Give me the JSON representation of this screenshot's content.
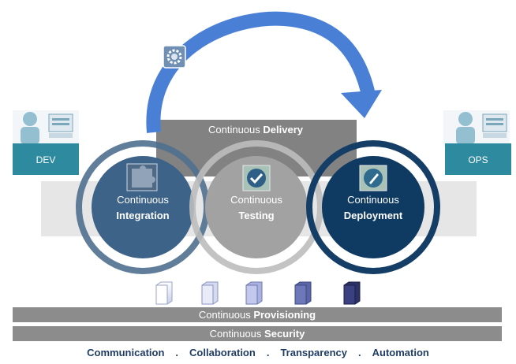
{
  "diagram": {
    "actors": {
      "dev_label": "DEV",
      "ops_label": "OPS"
    },
    "delivery": {
      "prefix": "Continuous",
      "bold": "Delivery"
    },
    "stages": {
      "integration": {
        "line1": "Continuous",
        "line2": "Integration"
      },
      "testing": {
        "line1": "Continuous",
        "line2": "Testing"
      },
      "deployment": {
        "line1": "Continuous",
        "line2": "Deployment"
      }
    },
    "bars": {
      "provisioning": {
        "prefix": "Continuous",
        "bold": "Provisioning"
      },
      "security": {
        "prefix": "Continuous",
        "bold": "Security"
      }
    },
    "footer": {
      "items": [
        "Communication",
        "Collaboration",
        "Transparency",
        "Automation"
      ],
      "separator": "."
    }
  },
  "colors": {
    "arrow_blue": "#4a7fd6",
    "integration_blue": "#3d6388",
    "testing_gray": "#a2a2a2",
    "deployment_navy": "#0f3a62",
    "actor_teal": "#2e8a9e",
    "bar_gray": "#8c8c8c"
  },
  "icons": [
    "gear-icon",
    "puzzle-icon",
    "checkmark-icon",
    "rocket-icon",
    "server-icon"
  ]
}
